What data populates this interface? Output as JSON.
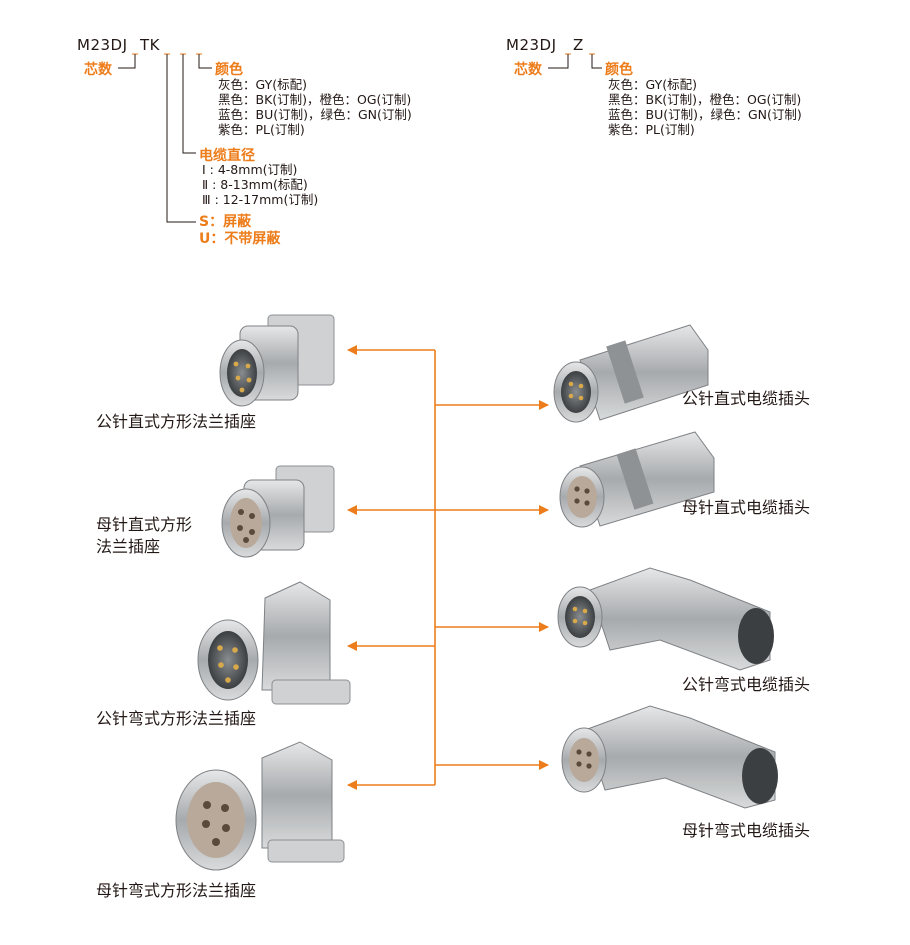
{
  "colors": {
    "accent": "#ed7d1b",
    "text": "#231815",
    "metal": "#b9bcbf"
  },
  "left_code": {
    "base": "M23DJ",
    "suffix": "TK",
    "pin_label": "芯数",
    "color_title": "颜色",
    "color_lines": [
      "灰色：GY(标配)",
      "黑色：BK(订制)，橙色：OG(订制)",
      "蓝色：BU(订制)，绿色：GN(订制)",
      "紫色：PL(订制)"
    ],
    "diameter_title": "电缆直径",
    "diameter_lines": [
      "Ⅰ : 4-8mm(订制)",
      "Ⅱ : 8-13mm(标配)",
      "Ⅲ : 12-17mm(订制)"
    ],
    "shield_lines": [
      "S：屏蔽",
      "U：不带屏蔽"
    ]
  },
  "right_code": {
    "base": "M23DJ",
    "suffix": "Z",
    "pin_label": "芯数",
    "color_title": "颜色",
    "color_lines": [
      "灰色：GY(标配)",
      "黑色：BK(订制)，橙色：OG(订制)",
      "蓝色：BU(订制)，绿色：GN(订制)",
      "紫色：PL(订制)"
    ]
  },
  "left_products": [
    {
      "icon": "male-straight-flange-socket-image",
      "caption": "公针直式方形法兰插座"
    },
    {
      "icon": "female-straight-flange-socket-image",
      "caption": "母针直式方形\n法兰插座"
    },
    {
      "icon": "male-angled-flange-socket-image",
      "caption": "公针弯式方形法兰插座"
    },
    {
      "icon": "female-angled-flange-socket-image",
      "caption": "母针弯式方形法兰插座"
    }
  ],
  "right_products": [
    {
      "icon": "male-straight-cable-plug-image",
      "caption": "公针直式电缆插头"
    },
    {
      "icon": "female-straight-cable-plug-image",
      "caption": "母针直式电缆插头"
    },
    {
      "icon": "male-angled-cable-plug-image",
      "caption": "公针弯式电缆插头"
    },
    {
      "icon": "female-angled-cable-plug-image",
      "caption": "母针弯式电缆插头"
    }
  ]
}
